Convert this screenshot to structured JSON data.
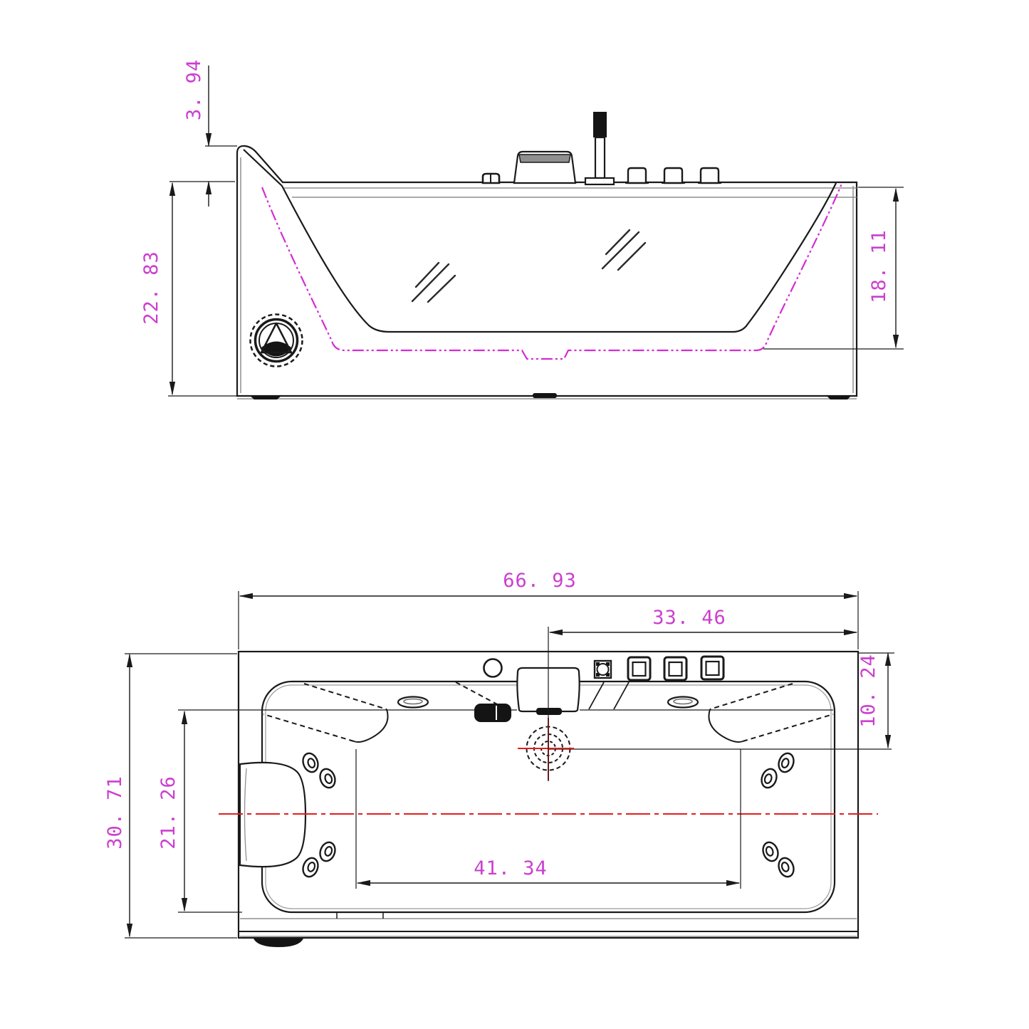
{
  "drawing": {
    "title": "whirlpool bathtub dimension drawing",
    "colors": {
      "line": "#1a1a1a",
      "gray": "#8f8f8f",
      "magenta": "#d42cd4",
      "dim_label": "#cb3fcf",
      "red": "#e01e1e",
      "dark_fill": "#141414",
      "band_fill": "#8f8f8f"
    },
    "front_view": {
      "dimensions": {
        "backrest_height": "3. 94",
        "overall_height": "22. 83",
        "inner_depth": "18. 11"
      }
    },
    "plan_view": {
      "dimensions": {
        "overall_length": "66. 93",
        "center_to_end": "33. 46",
        "drain_from_edge": "10. 24",
        "overall_width": "30. 71",
        "inner_width": "21. 26",
        "floor_length": "41. 34"
      }
    }
  }
}
